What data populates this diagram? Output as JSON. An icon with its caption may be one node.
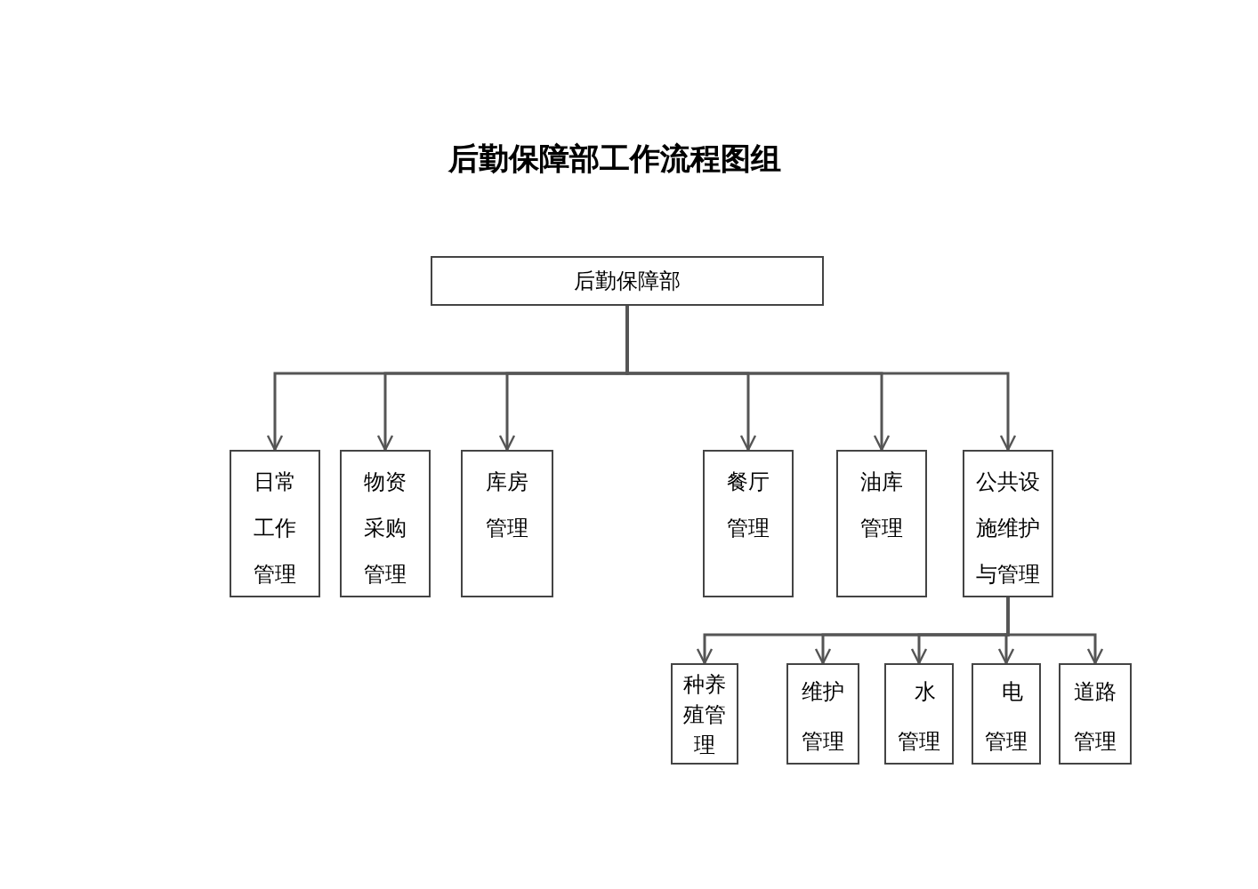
{
  "diagram": {
    "title": "后勤保障部工作流程图组",
    "nodes": [
      {
        "text": [
          "后勤保障部"
        ]
      },
      {
        "text": [
          "日常工作管理"
        ]
      },
      {
        "text": [
          "物资采购管理"
        ]
      },
      {
        "text": [
          "库房管理"
        ]
      },
      {
        "text": [
          "餐厅管理"
        ]
      },
      {
        "text": [
          "油库管理"
        ]
      },
      {
        "text": [
          "公共设施维护与管理"
        ]
      },
      {
        "text": [
          "种养殖管理"
        ]
      },
      {
        "text": [
          "维护管理"
        ]
      },
      {
        "text": [
          "水管理"
        ]
      },
      {
        "text": [
          "电管理"
        ]
      },
      {
        "text": [
          "道路管理"
        ]
      }
    ],
    "edges": [
      {
        "from": 0,
        "to": 1,
        "arrow": "to"
      },
      {
        "from": 0,
        "to": 2,
        "arrow": "to"
      },
      {
        "from": 0,
        "to": 3,
        "arrow": "to"
      },
      {
        "from": 0,
        "to": 4,
        "arrow": "to"
      },
      {
        "from": 0,
        "to": 5,
        "arrow": "to"
      },
      {
        "from": 0,
        "to": 6,
        "arrow": "to"
      },
      {
        "from": 6,
        "to": 7,
        "arrow": "to"
      },
      {
        "from": 6,
        "to": 8,
        "arrow": "to"
      },
      {
        "from": 6,
        "to": 9,
        "arrow": "to"
      },
      {
        "from": 6,
        "to": 10,
        "arrow": "to"
      },
      {
        "from": 6,
        "to": 11,
        "arrow": "to"
      }
    ]
  }
}
